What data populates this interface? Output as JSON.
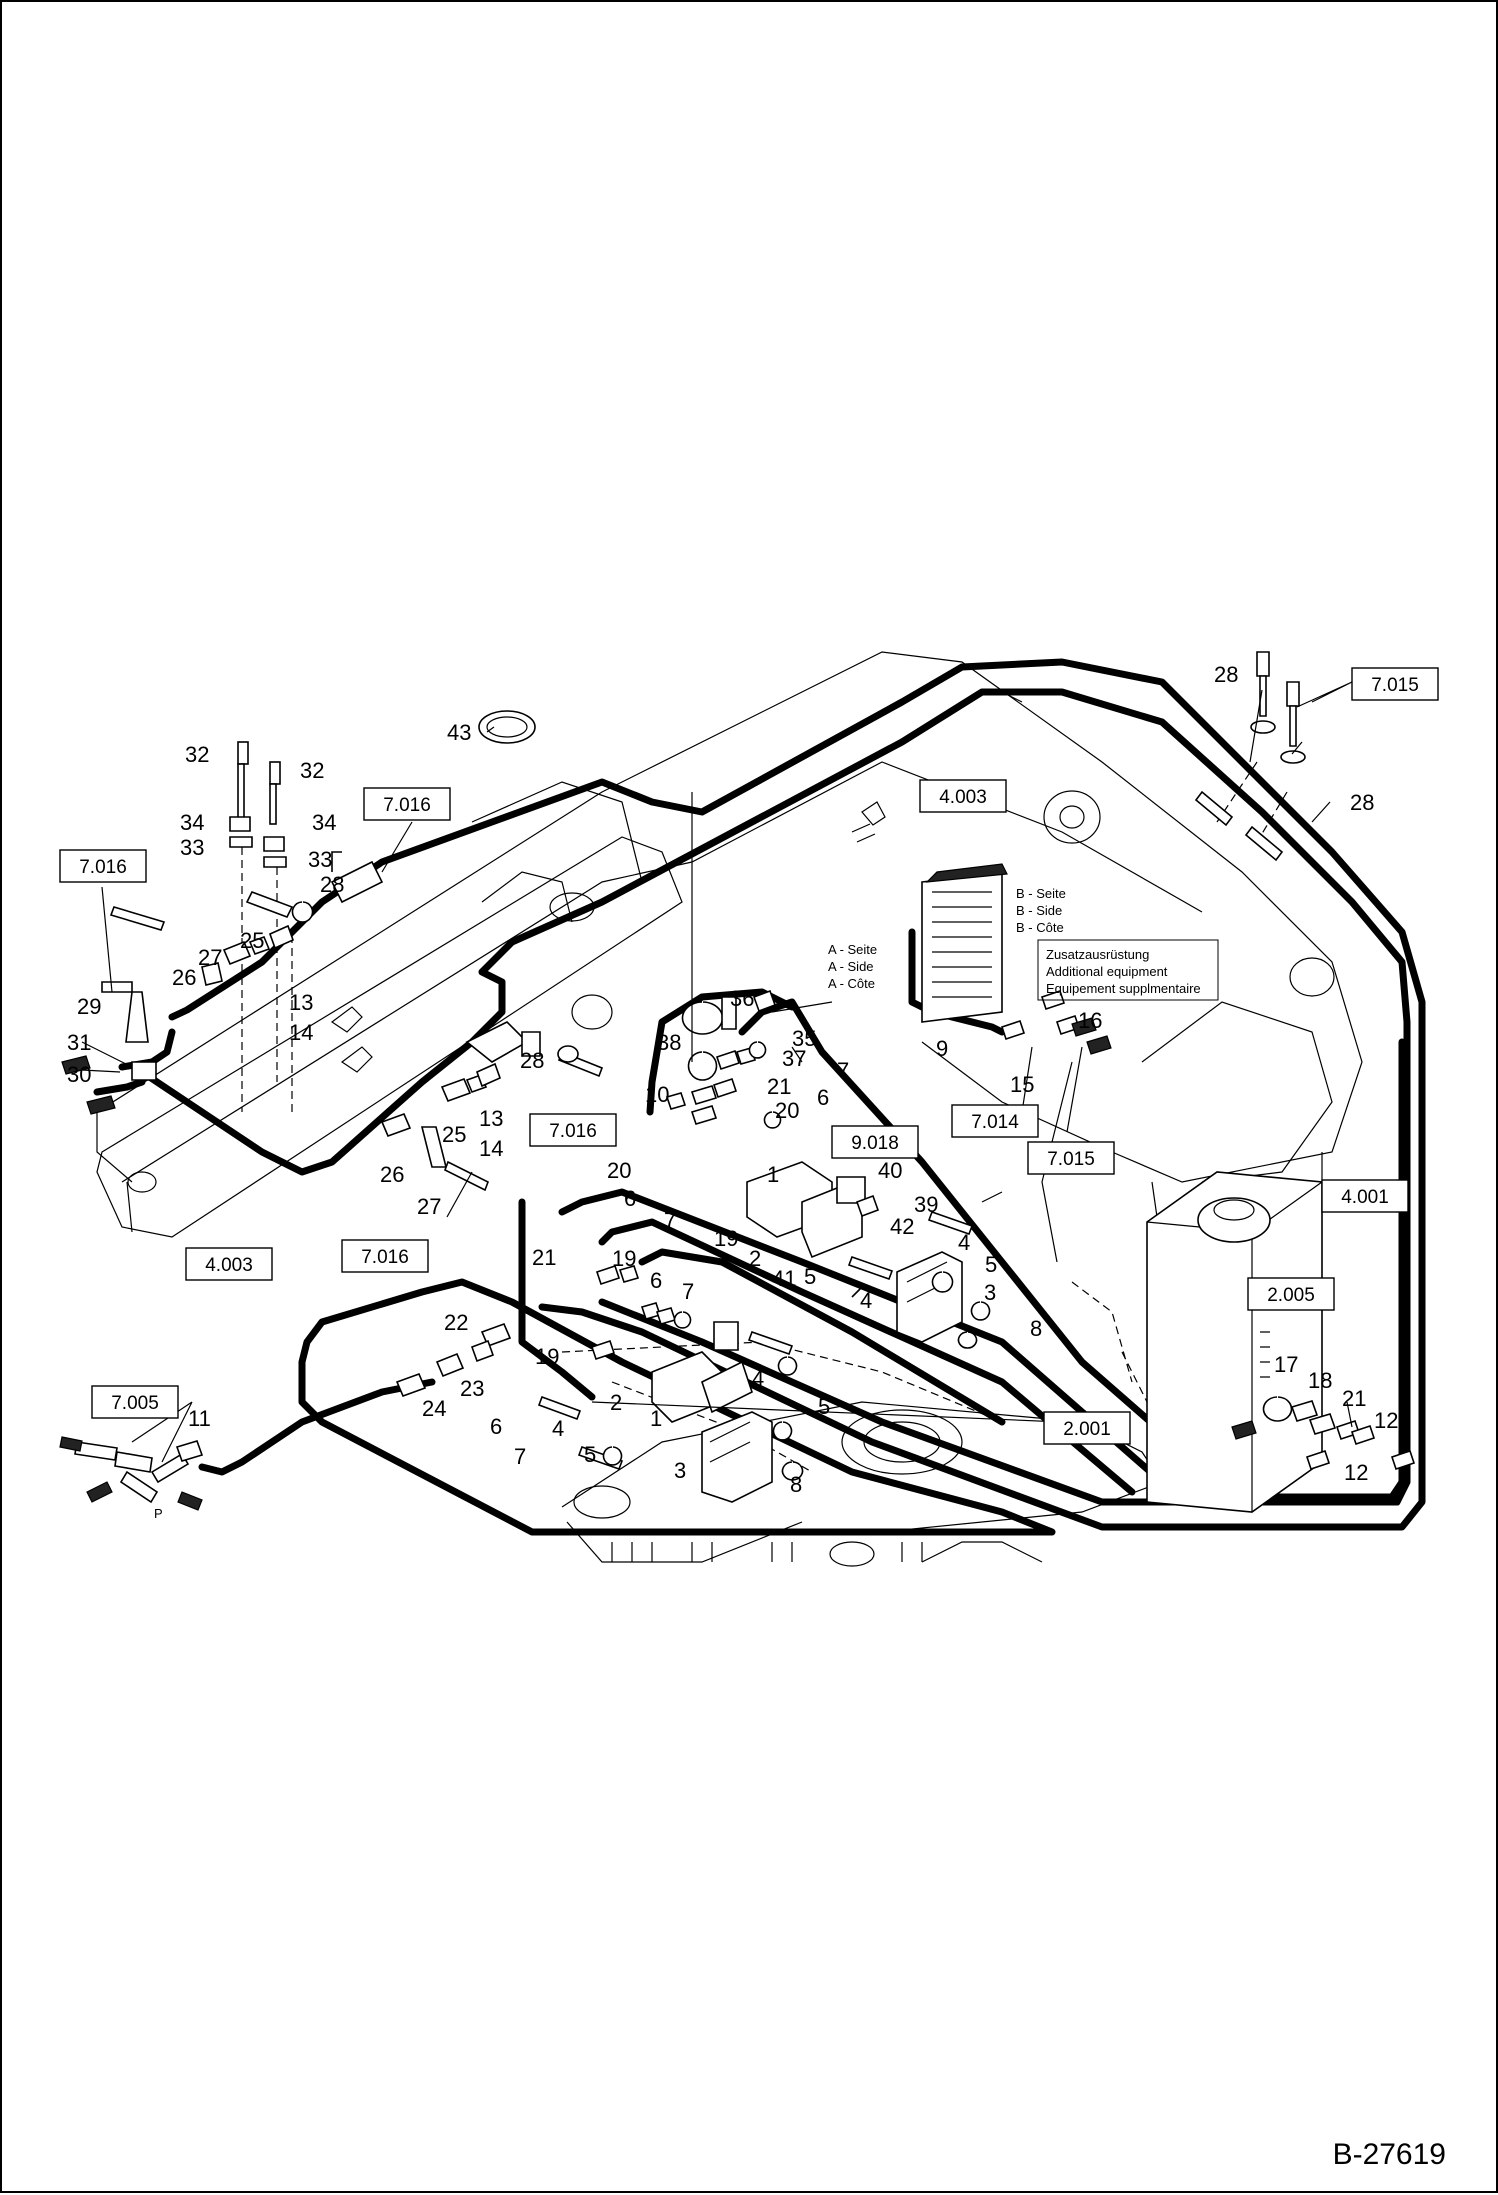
{
  "drawing": {
    "document_id": "B-27619"
  },
  "reference_boxes": [
    {
      "id": "r1",
      "text": "7.015"
    },
    {
      "id": "r2",
      "text": "4.003"
    },
    {
      "id": "r3",
      "text": "7.016"
    },
    {
      "id": "r4",
      "text": "7.016"
    },
    {
      "id": "r5",
      "text": "7.016"
    },
    {
      "id": "r6",
      "text": "7.014"
    },
    {
      "id": "r7",
      "text": "7.015"
    },
    {
      "id": "r8",
      "text": "9.018"
    },
    {
      "id": "r9",
      "text": "4.001"
    },
    {
      "id": "r10",
      "text": "2.005"
    },
    {
      "id": "r11",
      "text": "4.003"
    },
    {
      "id": "r12",
      "text": "7.016"
    },
    {
      "id": "r13",
      "text": "2.001"
    },
    {
      "id": "r14",
      "text": "7.005"
    }
  ],
  "notes": {
    "b_side": [
      "B - Seite",
      "B - Side",
      "B - Côte"
    ],
    "a_side": [
      "A - Seite",
      "A - Side",
      "A - Côte"
    ],
    "additional": [
      "Zusatzausrüstung",
      "Additional equipment",
      "Equipement supplmentaire"
    ],
    "port_p": "P"
  },
  "callouts": [
    "43",
    "32",
    "32",
    "34",
    "34",
    "33",
    "33",
    "28",
    "25",
    "27",
    "26",
    "29",
    "31",
    "30",
    "13",
    "14",
    "38",
    "36",
    "35",
    "37",
    "21",
    "20",
    "10",
    "7",
    "6",
    "20",
    "6",
    "7",
    "19",
    "2",
    "1",
    "40",
    "39",
    "42",
    "4",
    "5",
    "3",
    "8",
    "41",
    "5",
    "4",
    "28",
    "13",
    "14",
    "25",
    "26",
    "27",
    "21",
    "19",
    "6",
    "7",
    "22",
    "19",
    "24",
    "23",
    "2",
    "1",
    "4",
    "5",
    "6",
    "4",
    "7",
    "5",
    "3",
    "8",
    "11",
    "28",
    "28",
    "16",
    "9",
    "15",
    "17",
    "18",
    "21",
    "12",
    "12"
  ]
}
